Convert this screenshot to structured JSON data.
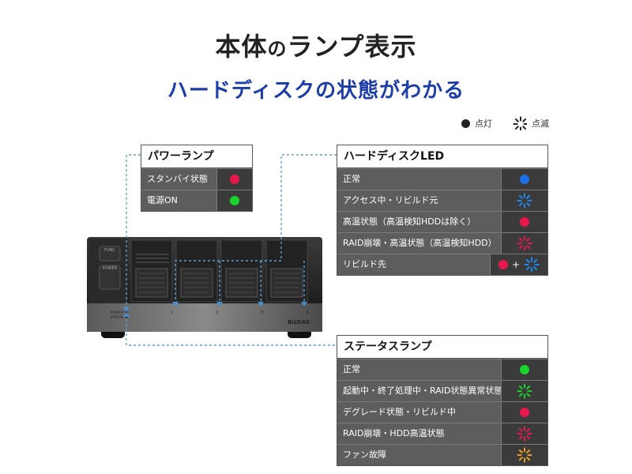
{
  "header": {
    "title_main1": "本体",
    "title_small": "の",
    "title_main2": "ランプ表示",
    "subtitle": "ハードディスクの状態がわかる"
  },
  "legend": {
    "on_label": "点灯",
    "blink_label": "点滅"
  },
  "device": {
    "func_label": "FUNC",
    "power_label": "POWER",
    "power_led_label": "POWER",
    "status_led_label": "STATUS",
    "bay_numbers": [
      "1",
      "2",
      "3",
      "4"
    ],
    "brand": "BizDAS"
  },
  "power_panel": {
    "title": "パワーランプ",
    "rows": [
      {
        "label": "スタンバイ状態",
        "color": "#e8174c",
        "mode": "on"
      },
      {
        "label": "電源ON",
        "color": "#19d42b",
        "mode": "on"
      }
    ]
  },
  "hdd_panel": {
    "title": "ハードディスクLED",
    "rows": [
      {
        "label": "正常",
        "color": "#1f6fe6",
        "mode": "on"
      },
      {
        "label": "アクセス中・リビルド元",
        "color": "#1f8bf2",
        "mode": "blink"
      },
      {
        "label": "高温状態（高温検知HDDは除く）",
        "color": "#e8174c",
        "mode": "on"
      },
      {
        "label": "RAID崩壊・高温状態（高温検知HDD）",
        "color": "#e8174c",
        "mode": "blink"
      },
      {
        "label": "リビルド先",
        "color": "#e8174c",
        "mode": "on",
        "plus": "+",
        "color2": "#1f8bf2",
        "mode2": "blink"
      }
    ]
  },
  "status_panel": {
    "title": "ステータスランプ",
    "rows": [
      {
        "label": "正常",
        "color": "#19d42b",
        "mode": "on"
      },
      {
        "label": "起動中・終了処理中・RAID状態異常状態",
        "color": "#19d42b",
        "mode": "blink"
      },
      {
        "label": "デグレード状態・リビルド中",
        "color": "#e8174c",
        "mode": "on"
      },
      {
        "label": "RAID崩壊・HDD高温状態",
        "color": "#e8174c",
        "mode": "blink"
      },
      {
        "label": "ファン故障",
        "color": "#f0a020",
        "mode": "blink"
      }
    ]
  },
  "colors": {
    "title": "#222222",
    "subtitle": "#1d3ea8",
    "callout_line": "#5a9fd6"
  }
}
